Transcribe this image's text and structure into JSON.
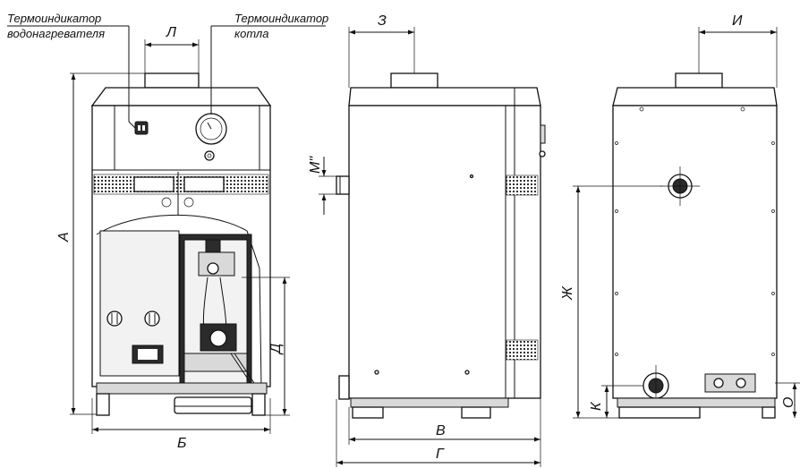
{
  "callouts": {
    "heater_thermo_line1": "Термоиндикатор",
    "heater_thermo_line2": "водонагревателя",
    "boiler_thermo_line1": "Термоиндикатор",
    "boiler_thermo_line2": "котла"
  },
  "dimensions": {
    "A": "А",
    "B": "Б",
    "V": "В",
    "G": "Г",
    "D": "Д",
    "Zh": "Ж",
    "Z": "З",
    "I": "И",
    "K": "К",
    "L": "Л",
    "M": "М\"",
    "O": "О"
  }
}
